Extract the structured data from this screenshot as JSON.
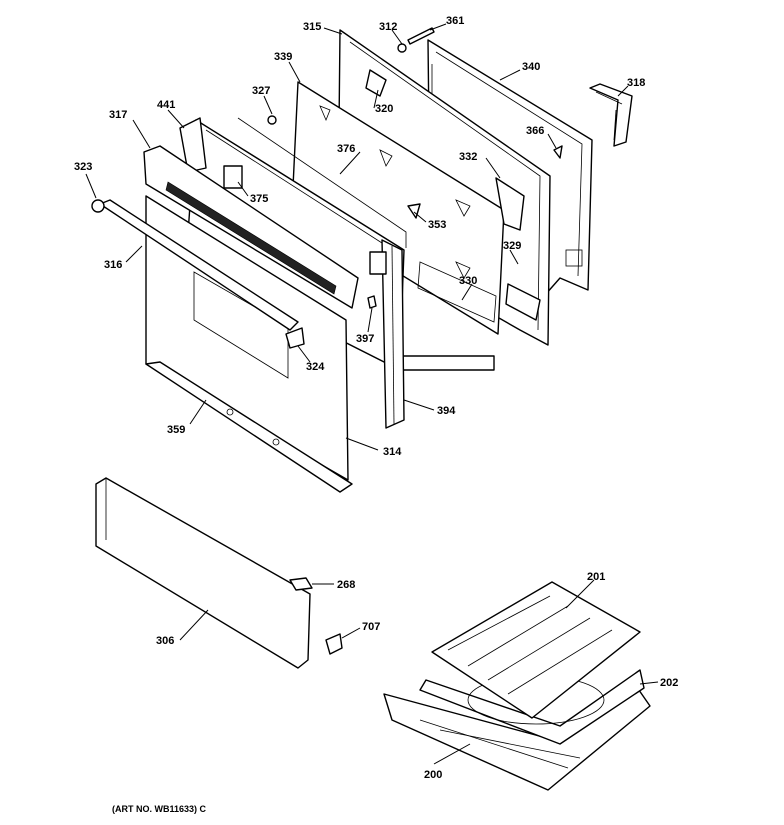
{
  "labels": {
    "p315": "315",
    "p312": "312",
    "p361": "361",
    "p339": "339",
    "p340": "340",
    "p318": "318",
    "p327": "327",
    "p320": "320",
    "p441": "441",
    "p317": "317",
    "p366": "366",
    "p376": "376",
    "p332": "332",
    "p323": "323",
    "p375": "375",
    "p353": "353",
    "p329": "329",
    "p316": "316",
    "p330": "330",
    "p397": "397",
    "p324": "324",
    "p394": "394",
    "p359": "359",
    "p314": "314",
    "p268": "268",
    "p306": "306",
    "p707": "707",
    "p201": "201",
    "p202": "202",
    "p200": "200"
  },
  "caption": "(ART NO. WB11633) C"
}
